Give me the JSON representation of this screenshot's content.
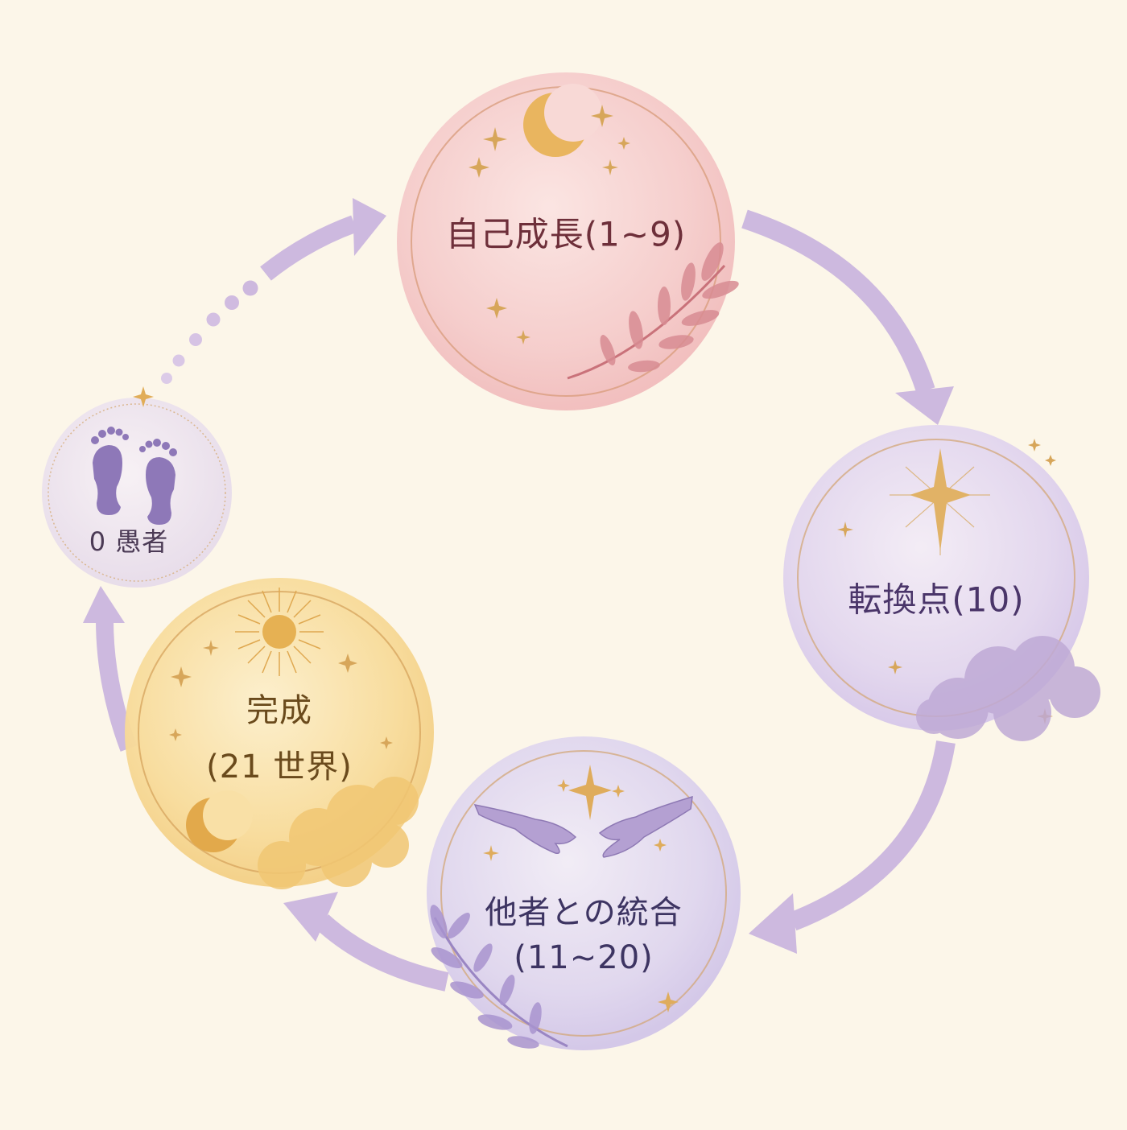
{
  "stages": {
    "self_growth": {
      "label": "自己成長(1~9)"
    },
    "turning_point": {
      "label": "転換点(10)"
    },
    "integration": {
      "line1": "他者との統合",
      "line2": "(11~20)"
    },
    "completion": {
      "line1": "完成",
      "line2": "(21 世界)"
    },
    "fool": {
      "label": "0 愚者"
    }
  },
  "colors": {
    "background": "#fcf6e9",
    "self_growth": "#f4c7c6",
    "turning_point": "#ddd0ea",
    "integration": "#dcd3ec",
    "completion": "#f9dfa0",
    "fool": "#ece2ee",
    "arrow": "#c9b6de",
    "gold": "#d4a24c"
  },
  "icons": {
    "self_growth": [
      "crescent-moon-icon",
      "sparkle-icon",
      "leaf-branch-icon"
    ],
    "turning_point": [
      "four-point-star-icon",
      "cloud-icon"
    ],
    "integration": [
      "reaching-hands-icon",
      "star-icon",
      "leaf-branch-icon"
    ],
    "completion": [
      "sun-icon",
      "crescent-moon-icon",
      "cloud-icon"
    ],
    "fool": [
      "footprints-icon",
      "small-star-icon"
    ]
  }
}
